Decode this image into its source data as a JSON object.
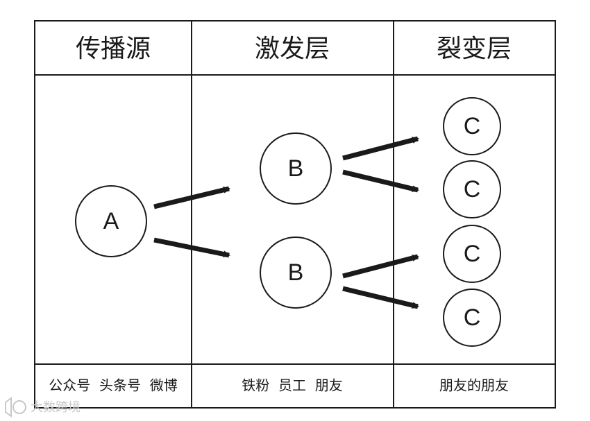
{
  "columns": [
    {
      "header": "传播源",
      "footer": "公众号  头条号  微博"
    },
    {
      "header": "激发层",
      "footer": "铁粉  员工  朋友"
    },
    {
      "header": "裂变层",
      "footer": "朋友的朋友"
    }
  ],
  "nodes": {
    "source": "A",
    "layer2": [
      "B",
      "B"
    ],
    "layer3": [
      "C",
      "C",
      "C",
      "C"
    ]
  },
  "watermark": {
    "text": "大数跨境"
  },
  "colors": {
    "line": "#1a1a1a",
    "arrow": "#1a1a1a",
    "watermark": "#c8c8c8"
  }
}
